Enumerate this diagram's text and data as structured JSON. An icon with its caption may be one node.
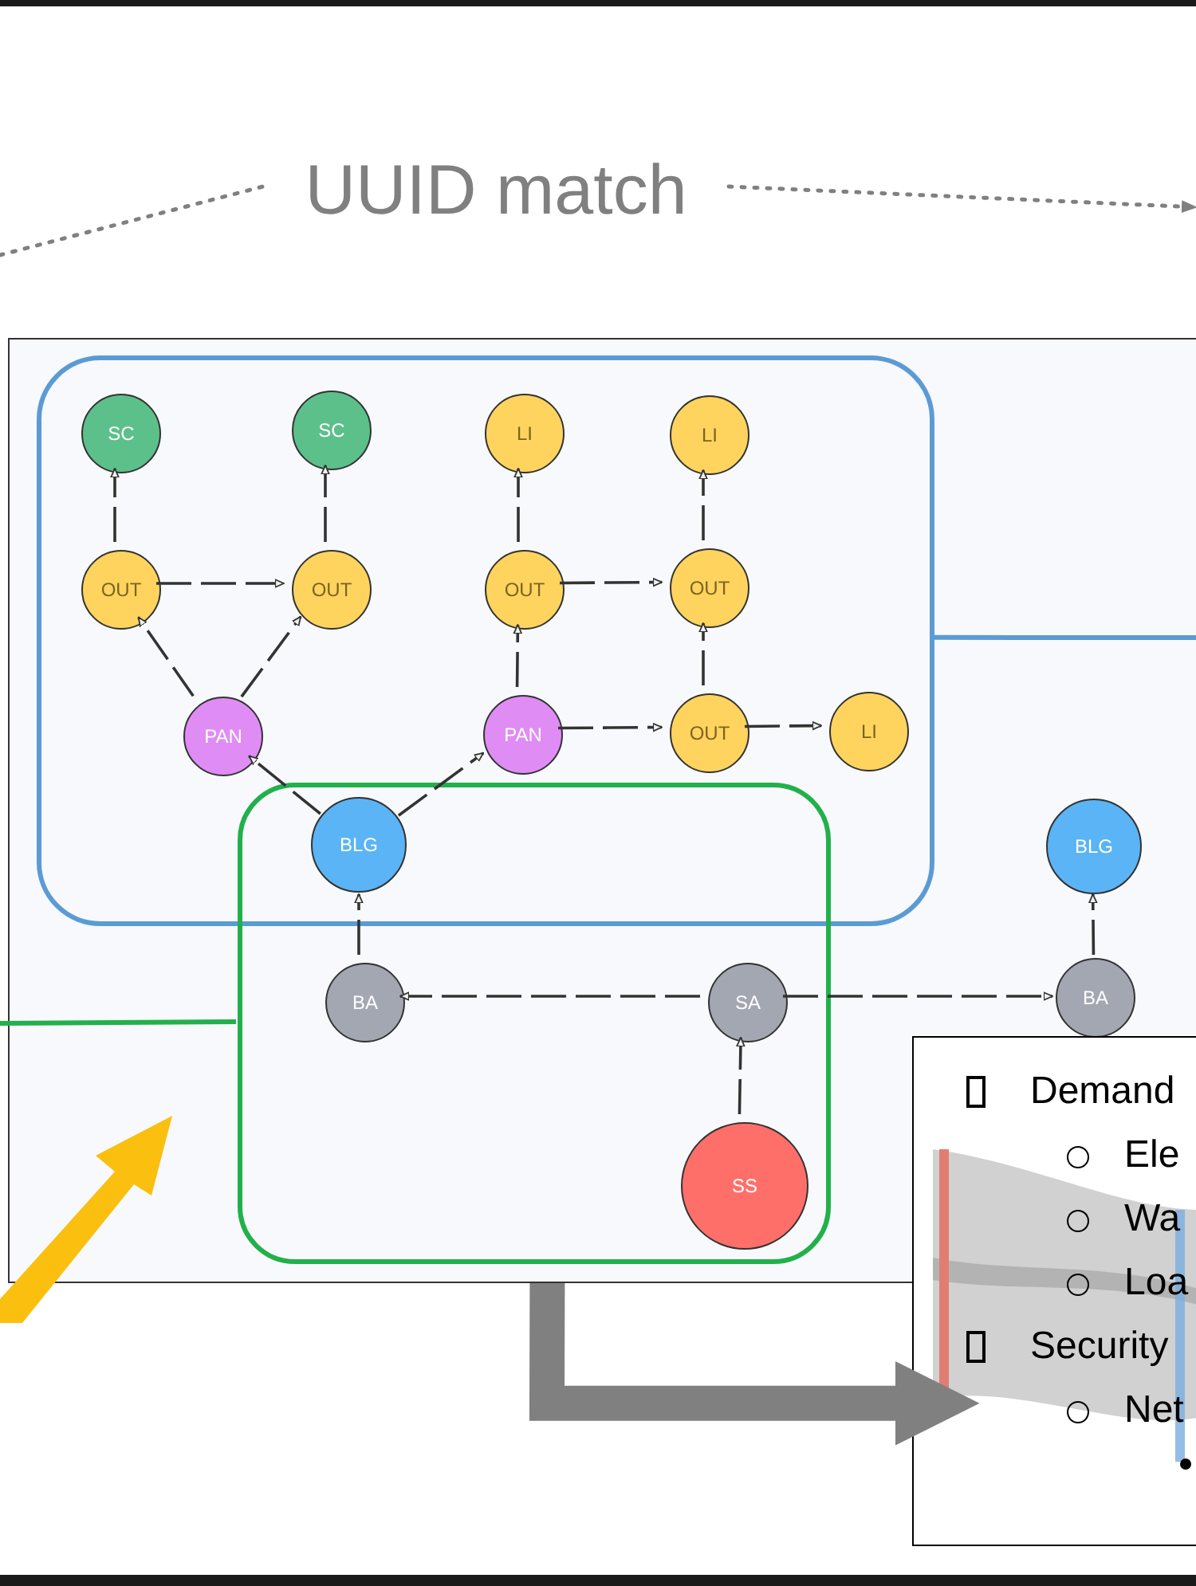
{
  "diagram": {
    "nodes": [
      {
        "text": [
          "UUID match"
        ]
      },
      {
        "text": [],
        "shape": "box"
      },
      {
        "text": [],
        "shape": "box",
        "in": 1
      },
      {
        "text": [],
        "shape": "box",
        "in": 1
      },
      {
        "text": [
          "SC"
        ],
        "in": 2
      },
      {
        "text": [
          "SC"
        ],
        "in": 2
      },
      {
        "text": [
          "LI"
        ],
        "in": 2
      },
      {
        "text": [
          "LI"
        ],
        "in": 2
      },
      {
        "text": [
          "OUT"
        ],
        "in": 2
      },
      {
        "text": [
          "OUT"
        ],
        "in": 2
      },
      {
        "text": [
          "OUT"
        ],
        "in": 2
      },
      {
        "text": [
          "OUT"
        ],
        "in": 2
      },
      {
        "text": [
          "PAN"
        ],
        "in": 2
      },
      {
        "text": [
          "PAN"
        ],
        "in": 2
      },
      {
        "text": [
          "OUT"
        ],
        "in": 2
      },
      {
        "text": [
          "LI"
        ],
        "in": 2
      },
      {
        "text": [
          "BLG"
        ]
      },
      {
        "text": [
          "BLG"
        ],
        "in": 1
      },
      {
        "text": [
          "BA"
        ],
        "in": 3
      },
      {
        "text": [
          "SA"
        ],
        "in": 3
      },
      {
        "text": [
          "BA"
        ],
        "in": 1
      },
      {
        "text": [
          "SS"
        ],
        "in": 3
      },
      {
        "text": [
          "Demand",
          "Ele",
          "Wa",
          "Loa",
          "Security",
          "Net"
        ]
      }
    ],
    "edges": [
      {
        "from": null,
        "to": 0,
        "arrow": "none",
        "style": "dashed",
        "color": "#808080"
      },
      {
        "from": 0,
        "to": null,
        "arrow": "to",
        "style": "dashed",
        "color": "#808080"
      },
      {
        "from": 8,
        "to": 4,
        "arrow": "to",
        "style": "dashed"
      },
      {
        "from": 9,
        "to": 5,
        "arrow": "to",
        "style": "dashed"
      },
      {
        "from": 8,
        "to": 9,
        "arrow": "to",
        "style": "dashed"
      },
      {
        "from": 12,
        "to": 8,
        "arrow": "to",
        "style": "dashed"
      },
      {
        "from": 12,
        "to": 9,
        "arrow": "to",
        "style": "dashed"
      },
      {
        "from": 10,
        "to": 6,
        "arrow": "to",
        "style": "dashed"
      },
      {
        "from": 11,
        "to": 7,
        "arrow": "to",
        "style": "dashed"
      },
      {
        "from": 10,
        "to": 11,
        "arrow": "to",
        "style": "dashed"
      },
      {
        "from": 13,
        "to": 10,
        "arrow": "to",
        "style": "dashed"
      },
      {
        "from": 13,
        "to": 14,
        "arrow": "to",
        "style": "dashed"
      },
      {
        "from": 14,
        "to": 11,
        "arrow": "to",
        "style": "dashed"
      },
      {
        "from": 14,
        "to": 15,
        "arrow": "to",
        "style": "dashed"
      },
      {
        "from": 16,
        "to": 12,
        "arrow": "to",
        "style": "dashed"
      },
      {
        "from": 16,
        "to": 13,
        "arrow": "to",
        "style": "dashed"
      },
      {
        "from": 18,
        "to": 16,
        "arrow": "to",
        "style": "dashed"
      },
      {
        "from": 19,
        "to": 18,
        "arrow": "to",
        "style": "dashed"
      },
      {
        "from": 19,
        "to": 20,
        "arrow": "to",
        "style": "dashed"
      },
      {
        "from": 20,
        "to": 17,
        "arrow": "to",
        "style": "dashed"
      },
      {
        "from": 21,
        "to": 19,
        "arrow": "to",
        "style": "dashed"
      },
      {
        "from": 2,
        "to": null,
        "arrow": "none",
        "color": "#5b9bd5"
      },
      {
        "from": 3,
        "to": null,
        "arrow": "none",
        "color": "#22b04b"
      },
      {
        "from": 1,
        "to": 22,
        "arrow": "to",
        "style": "thick",
        "color": "#808080"
      }
    ]
  }
}
